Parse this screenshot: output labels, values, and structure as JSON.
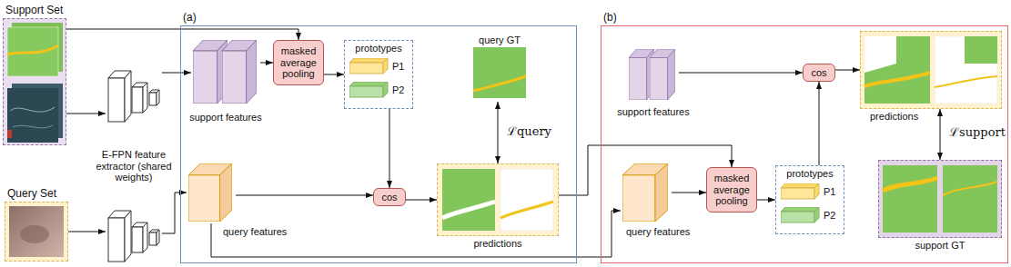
{
  "diagram": {
    "nodes": [
      {
        "text": [
          "Support Set"
        ]
      },
      {
        "text": [
          "E-FPN feature extractor (shared weights)"
        ]
      },
      {
        "text": [
          "Query Set"
        ]
      },
      {
        "text": [
          "(a)"
        ]
      },
      {
        "text": [
          "support features"
        ],
        "in": 3
      },
      {
        "text": [
          "masked average pooling"
        ],
        "in": 3
      },
      {
        "text": [
          "prototypes"
        ],
        "in": 3
      },
      {
        "text": [
          "P1"
        ],
        "in": 6
      },
      {
        "text": [
          "P2"
        ],
        "in": 6
      },
      {
        "text": [
          "query GT"
        ],
        "in": 3
      },
      {
        "text": [
          "cos"
        ],
        "in": 3
      },
      {
        "text": [
          "predictions"
        ],
        "in": 3
      },
      {
        "text": [
          "query features"
        ],
        "in": 3
      },
      {
        "text": [
          "(b)"
        ]
      },
      {
        "text": [
          "support features"
        ],
        "in": 13
      },
      {
        "text": [
          "cos"
        ],
        "in": 13
      },
      {
        "text": [
          "predictions"
        ],
        "in": 13
      },
      {
        "text": [
          "query features"
        ],
        "in": 13
      },
      {
        "text": [
          "masked average pooling"
        ],
        "in": 13
      },
      {
        "text": [
          "prototypes"
        ],
        "in": 13
      },
      {
        "text": [
          "P1"
        ],
        "in": 19
      },
      {
        "text": [
          "P2"
        ],
        "in": 19
      },
      {
        "text": [
          "support GT"
        ],
        "in": 13
      }
    ],
    "edges": [
      {
        "from": 0,
        "to": 1,
        "arrow": "to"
      },
      {
        "from": 0,
        "to": 5,
        "arrow": "to"
      },
      {
        "from": 2,
        "to": 1,
        "arrow": "to"
      },
      {
        "from": 1,
        "to": 4,
        "arrow": "to"
      },
      {
        "from": 1,
        "to": 12,
        "arrow": "to"
      },
      {
        "from": 4,
        "to": 5,
        "arrow": "to"
      },
      {
        "from": 5,
        "to": 6,
        "arrow": "to"
      },
      {
        "from": 6,
        "to": 10,
        "arrow": "to"
      },
      {
        "from": 12,
        "to": 10,
        "arrow": "to"
      },
      {
        "from": 10,
        "to": 11,
        "arrow": "to"
      },
      {
        "from": 9,
        "to": 11,
        "arrow": "both",
        "label": "ℒquery"
      },
      {
        "from": 11,
        "to": 18,
        "arrow": "to"
      },
      {
        "from": 12,
        "to": 17,
        "arrow": "to"
      },
      {
        "from": 17,
        "to": 18,
        "arrow": "to"
      },
      {
        "from": 18,
        "to": 19,
        "arrow": "to"
      },
      {
        "from": 19,
        "to": 15,
        "arrow": "to"
      },
      {
        "from": 14,
        "to": 15,
        "arrow": "to"
      },
      {
        "from": 15,
        "to": 16,
        "arrow": "to"
      },
      {
        "from": 16,
        "to": 22,
        "arrow": "both",
        "label": "ℒsupport"
      }
    ]
  }
}
